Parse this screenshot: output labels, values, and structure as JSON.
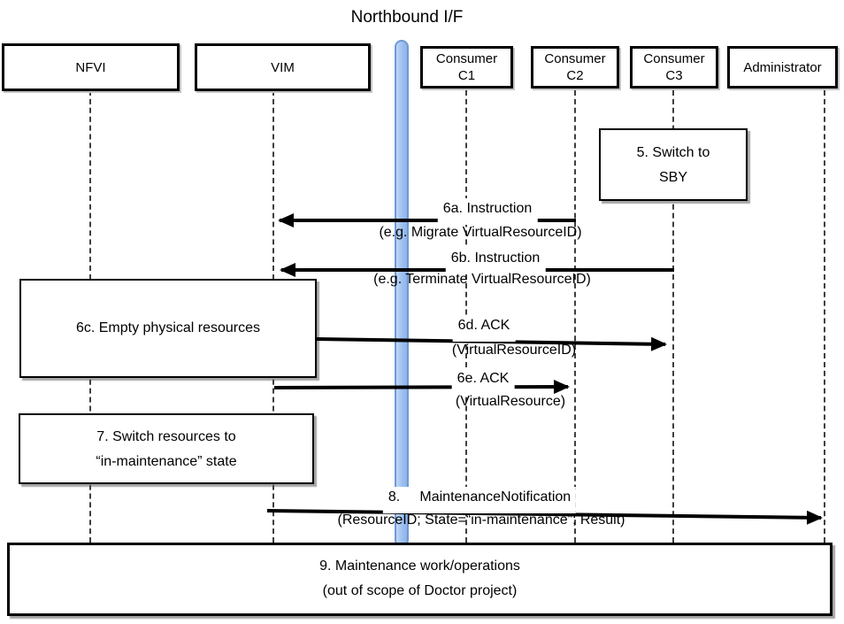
{
  "title": "Northbound I/F",
  "actors": [
    {
      "id": "nfvi",
      "label": "NFVI"
    },
    {
      "id": "vim",
      "label": "VIM"
    },
    {
      "id": "consumer-c1",
      "line1": "Consumer",
      "line2": "C1"
    },
    {
      "id": "consumer-c2",
      "line1": "Consumer",
      "line2": "C2"
    },
    {
      "id": "consumer-c3",
      "line1": "Consumer",
      "line2": "C3"
    },
    {
      "id": "administrator",
      "label": "Administrator"
    }
  ],
  "notes": [
    {
      "id": "step5",
      "line1": "5. Switch to",
      "line2": "SBY"
    },
    {
      "id": "step6c",
      "line1": "6c. Empty physical resources"
    },
    {
      "id": "step7",
      "line1": "7. Switch resources to",
      "line2": "“in-maintenance” state"
    },
    {
      "id": "step9",
      "line1": "9. Maintenance work/operations",
      "line2": "(out of scope of Doctor project)"
    }
  ],
  "messages": [
    {
      "id": "6a",
      "label": "6a. Instruction",
      "detail": "(e.g. Migrate VirtualResourceID)",
      "from": "Consumer C2",
      "to": "VIM",
      "direction": "left"
    },
    {
      "id": "6b",
      "label": "6b. Instruction",
      "detail": "(e.g. Terminate VirtualResourceID)",
      "from": "Consumer C3",
      "to": "VIM",
      "direction": "left"
    },
    {
      "id": "6d",
      "label": "6d. ACK",
      "detail": "(VirtualResourceID)",
      "from": "VIM",
      "to": "Consumer C3",
      "direction": "right"
    },
    {
      "id": "6e",
      "label": "6e. ACK",
      "detail": "(VirtualResource)",
      "from": "VIM",
      "to": "Consumer C2",
      "direction": "right"
    },
    {
      "id": "8",
      "label": "8.     MaintenanceNotification",
      "detail": "(ResourceID; State=“in-maintenance”; Result)",
      "from": "VIM",
      "to": "Administrator",
      "direction": "right"
    }
  ],
  "colors": {
    "line": "#000000",
    "lifeline": "#3f3f3f",
    "bar_fill": "#a3c4f1",
    "bar_border": "#6f99d3",
    "box_fill": "#ffffff",
    "shadow": "#5a5a5a"
  }
}
